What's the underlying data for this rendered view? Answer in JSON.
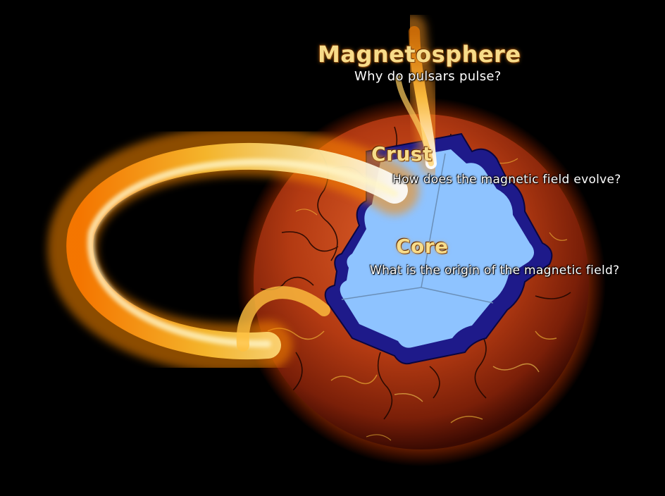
{
  "labels": {
    "magnetosphere": {
      "title": "Magnetosphere",
      "question": "Why do pulsars pulse?"
    },
    "crust": {
      "title": "Crust",
      "question": "How does the magnetic field evolve?"
    },
    "core": {
      "title": "Core",
      "question": "What is the origin of the magnetic field?"
    }
  },
  "colors": {
    "background": "#000000",
    "star_surface": "#b83e14",
    "core_fill": "#8ec3ff",
    "crust_edge": "#1e1a8a",
    "flare": "#ffb020",
    "title_text": "#f7dc8a"
  }
}
